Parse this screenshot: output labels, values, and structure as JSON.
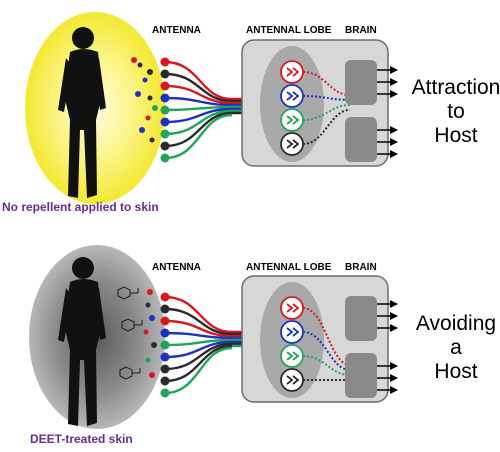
{
  "panels": [
    {
      "header_antenna": "ANTENNA",
      "header_lobe": "ANTENNAL LOBE",
      "header_brain": "BRAIN",
      "caption": "No repellent applied to skin",
      "outcome_lines": [
        "Attraction",
        "to",
        "Host"
      ],
      "aura_color": "#f6ee4a"
    },
    {
      "header_antenna": "ANTENNA",
      "header_lobe": "ANTENNAL LOBE",
      "header_brain": "BRAIN",
      "caption": "DEET-treated skin",
      "outcome_lines": [
        "Avoiding",
        "a",
        "Host"
      ],
      "aura_color": "#8f8f8f"
    }
  ],
  "colors": {
    "caption": "#6a2c91",
    "channels": [
      "#d8171e",
      "#2a2a2a",
      "#1f2fbf",
      "#20a45a"
    ],
    "lobe_box": "#d7d7d7",
    "brain_region": "#8a8a8a"
  }
}
